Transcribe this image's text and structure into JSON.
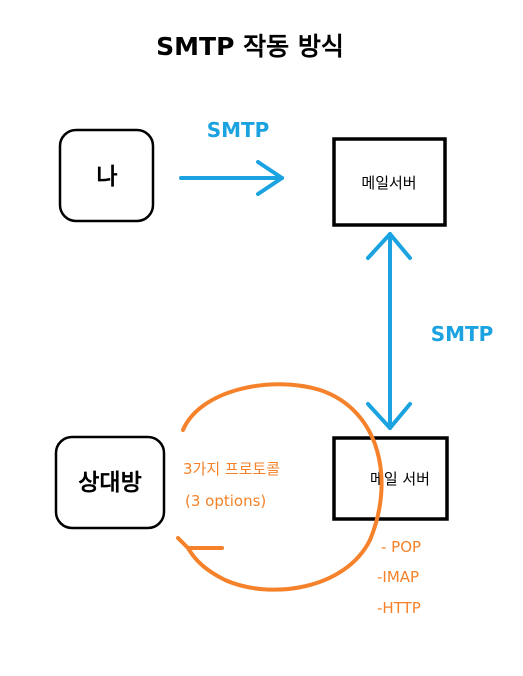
{
  "title": "SMTP 작동 방식",
  "nodes": {
    "me": "나",
    "mail_server_top": "메일서버",
    "recipient": "상대방",
    "mail_server_bottom": "메일 서버"
  },
  "labels": {
    "smtp_top": "SMTP",
    "smtp_side": "SMTP",
    "protocols_title": "3가지 프로토콜",
    "protocols_subtitle": "(3 options)"
  },
  "protocols": [
    "- POP",
    "-IMAP",
    "-HTTP"
  ],
  "colors": {
    "blue_arrow": "#1aa3e0",
    "orange_arrow": "#f5822a",
    "border": "#000000"
  }
}
